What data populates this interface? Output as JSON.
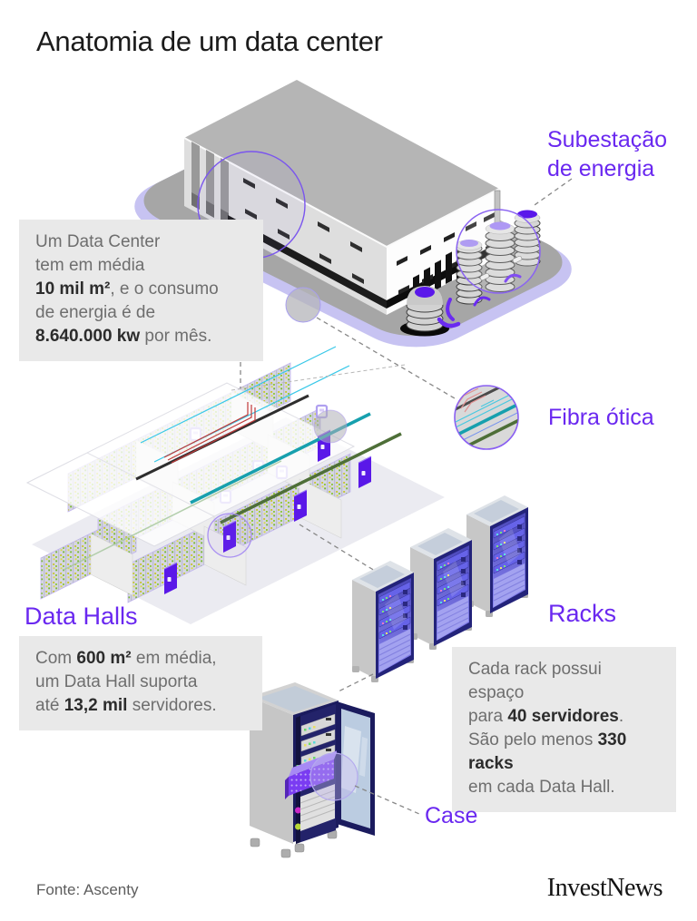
{
  "title": "Anatomia de um data center",
  "colors": {
    "accent_purple": "#6a28f0",
    "callout_bg": "#e9e9e9",
    "text_muted": "#6e6e6e",
    "text_strong": "#2c2c2c",
    "platform_gray": "#a6a6a6",
    "shadow_lavender": "#c7c3f2"
  },
  "labels": {
    "substation": {
      "line1": "Subestação",
      "line2": "de energia"
    },
    "fiber": "Fibra ótica",
    "data_halls": "Data Halls",
    "racks": "Racks",
    "case": "Case"
  },
  "callouts": {
    "building": {
      "segments": [
        {
          "t": "Um Data Center\ntem em média\n"
        },
        {
          "t": "10 mil m²",
          "b": true
        },
        {
          "t": ", e o consumo\nde energia é de\n"
        },
        {
          "t": "8.640.000 kw",
          "b": true
        },
        {
          "t": " por mês."
        }
      ]
    },
    "data_hall": {
      "segments": [
        {
          "t": "Com "
        },
        {
          "t": "600 m²",
          "b": true
        },
        {
          "t": " em média,\num Data Hall suporta\naté "
        },
        {
          "t": "13,2 mil",
          "b": true
        },
        {
          "t": " servidores."
        }
      ]
    },
    "rack": {
      "segments": [
        {
          "t": "Cada rack possui espaço\npara "
        },
        {
          "t": "40 servidores",
          "b": true
        },
        {
          "t": ".\nSão pelo menos "
        },
        {
          "t": "330 racks",
          "b": true
        },
        {
          "t": "\nem cada Data Hall."
        }
      ]
    }
  },
  "footer": {
    "source": "Fonte: Ascenty",
    "brand": "InvestNews"
  },
  "illustrations": {
    "building": "data-center-building",
    "substation": "power-substation-cylinders",
    "data_halls": "data-halls-floorplan",
    "fiber": "fiber-optic-magnifier",
    "racks": "server-racks",
    "case": "server-case-cabinet"
  }
}
